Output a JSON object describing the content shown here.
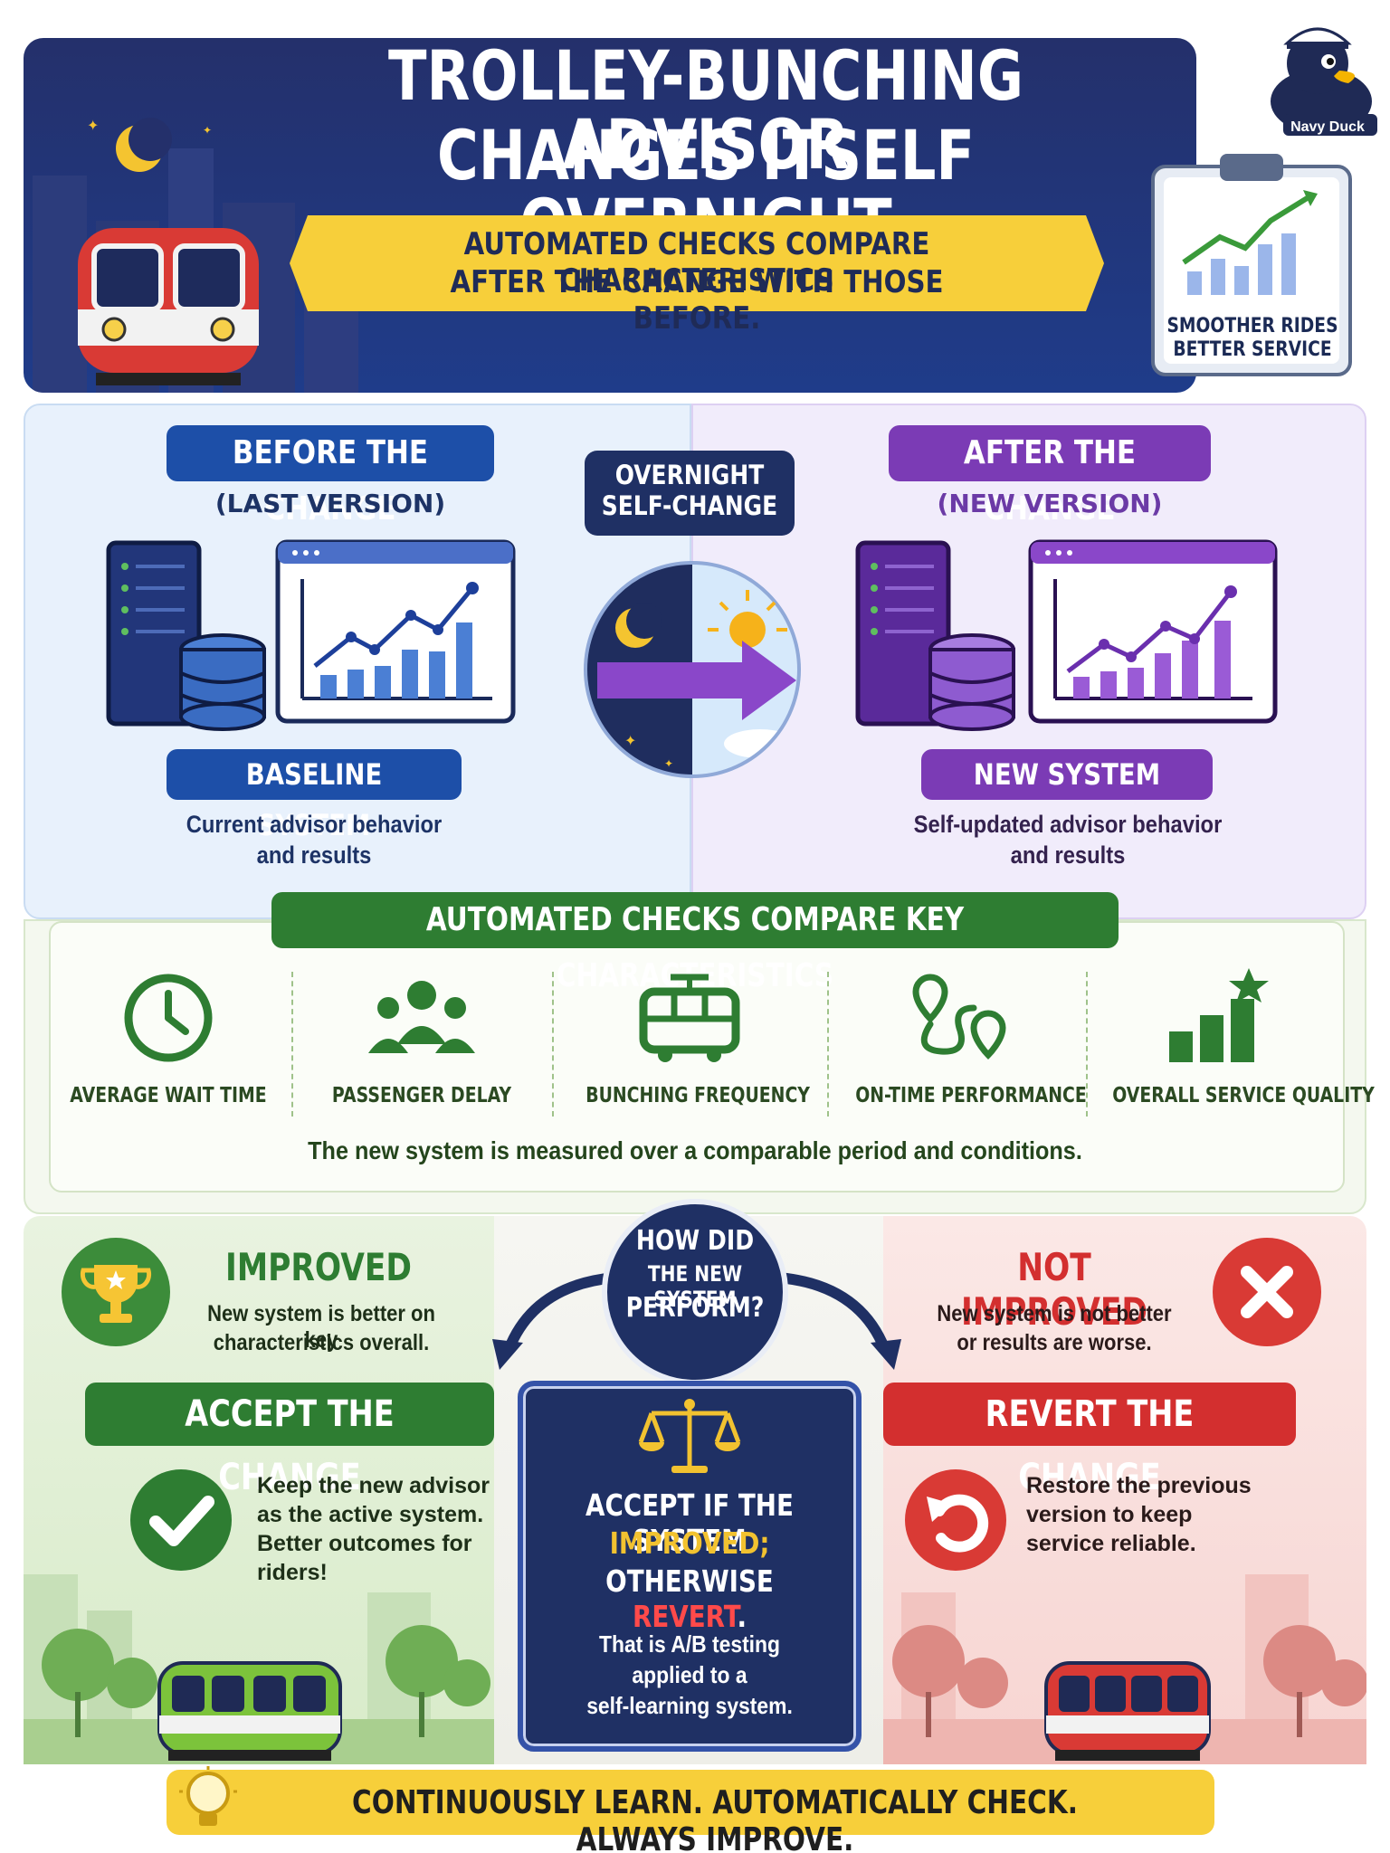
{
  "header": {
    "title_line1": "TROLLEY-BUNCHING ADVISOR",
    "title_line2": "CHANGES ITSELF OVERNIGHT",
    "subtitle_line1": "AUTOMATED CHECKS COMPARE CHARACTERISTICS",
    "subtitle_line2": "AFTER THE CHANGE WITH THOSE BEFORE.",
    "clipboard_line1": "SMOOTHER RIDES",
    "clipboard_line2": "BETTER SERVICE",
    "mascot_label": "Navy Duck"
  },
  "comparison": {
    "before_title": "BEFORE THE CHANGE",
    "before_subtitle": "(LAST VERSION)",
    "middle_line1": "OVERNIGHT",
    "middle_line2": "SELF-CHANGE",
    "after_title": "AFTER THE CHANGE",
    "after_subtitle": "(NEW VERSION)",
    "baseline_label": "BASELINE SYSTEM",
    "baseline_desc_line1": "Current advisor behavior",
    "baseline_desc_line2": "and results",
    "new_label": "NEW SYSTEM",
    "new_desc_line1": "Self-updated advisor behavior",
    "new_desc_line2": "and results"
  },
  "checks": {
    "title": "AUTOMATED CHECKS COMPARE KEY CHARACTERISTICS",
    "metrics": [
      {
        "label": "AVERAGE WAIT TIME",
        "icon": "clock-icon"
      },
      {
        "label": "PASSENGER DELAY",
        "icon": "people-icon"
      },
      {
        "label": "BUNCHING FREQUENCY",
        "icon": "trolley-icon"
      },
      {
        "label": "ON-TIME PERFORMANCE",
        "icon": "route-pins-icon"
      },
      {
        "label": "OVERALL SERVICE QUALITY",
        "icon": "bar-star-icon"
      }
    ],
    "note": "The new system is measured over a comparable period and conditions."
  },
  "decision": {
    "question_line1": "HOW DID",
    "question_line2": "THE NEW SYSTEM",
    "question_line3": "PERFORM?",
    "improved_title": "IMPROVED",
    "improved_desc_line1": "New system is better on key",
    "improved_desc_line2": "characteristics overall.",
    "not_improved_title": "NOT IMPROVED",
    "not_improved_desc_line1": "New system is not better",
    "not_improved_desc_line2": "or results are worse.",
    "accept_label": "ACCEPT THE CHANGE",
    "accept_desc": [
      "Keep the new advisor",
      "as the active system.",
      "Better outcomes for",
      "riders!"
    ],
    "revert_label": "REVERT THE CHANGE",
    "revert_desc": [
      "Restore the previous",
      "version to keep",
      "service reliable."
    ],
    "rule_line1": "ACCEPT IF THE SYSTEM",
    "rule_line2": "IMPROVED;",
    "rule_line3_prefix": "OTHERWISE ",
    "rule_line3_revert": "REVERT",
    "rule_line3_suffix": ".",
    "ab_line1": "That is A/B testing",
    "ab_line2": "applied to a",
    "ab_line3": "self-learning system."
  },
  "footer": {
    "text": "CONTINUOUSLY LEARN. AUTOMATICALLY CHECK. ALWAYS IMPROVE."
  },
  "colors": {
    "navy": "#1f3064",
    "blue": "#1d4fa8",
    "purple": "#7b3bb5",
    "green": "#2e7d32",
    "red": "#d32f2f",
    "yellow": "#f7cf3a"
  }
}
